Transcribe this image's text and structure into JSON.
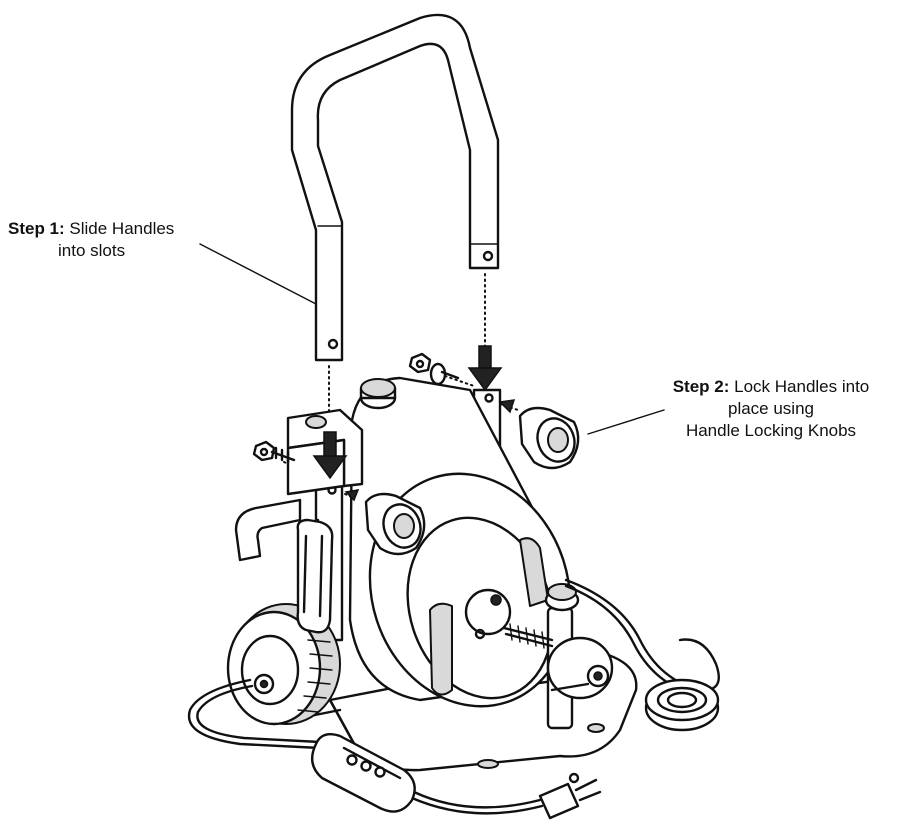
{
  "step1": {
    "label": "Step 1:",
    "text_line1": " Slide Handles",
    "text_line2": "into slots"
  },
  "step2": {
    "label": "Step 2:",
    "text_line1": " Lock Handles into",
    "text_line2": "place using",
    "text_line3": "Handle Locking Knobs"
  },
  "colors": {
    "ink": "#111111",
    "shade": "#d9d9d9",
    "background": "#ffffff"
  }
}
